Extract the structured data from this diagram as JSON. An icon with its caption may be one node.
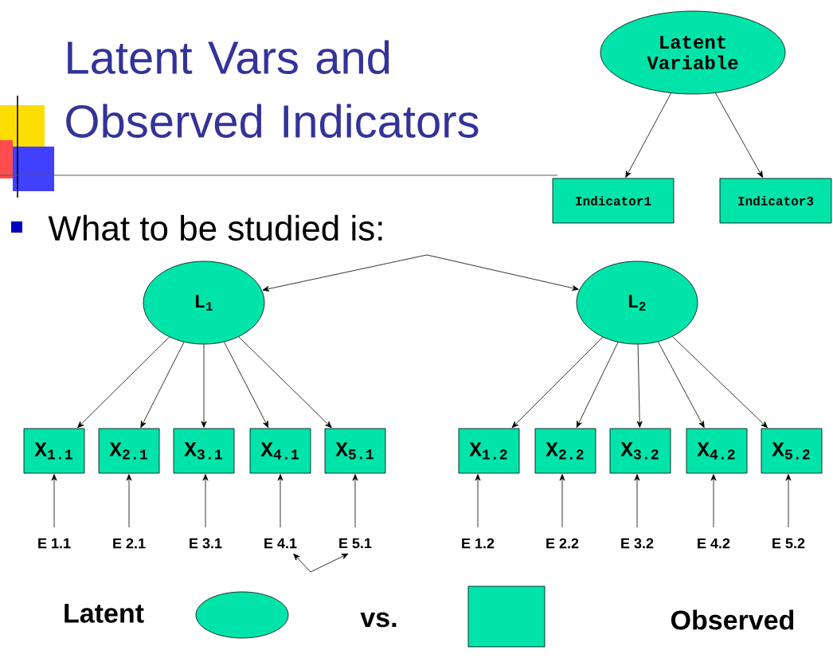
{
  "diagram": {
    "title": "Latent Vars and Observed Indicators",
    "nodes": [
      {
        "text": [
          "Latent Variable"
        ]
      },
      {
        "text": [
          "Indicator1"
        ]
      },
      {
        "text": [
          "Indicator3"
        ]
      },
      {
        "text": [
          "L$_{1}$"
        ]
      },
      {
        "text": [
          "L$_{2}$"
        ]
      },
      {
        "text": [
          "X$_{1.1}$"
        ]
      },
      {
        "text": [
          "X$_{2.1}$"
        ]
      },
      {
        "text": [
          "X$_{3.1}$"
        ]
      },
      {
        "text": [
          "X$_{4.1}$"
        ]
      },
      {
        "text": [
          "X$_{5.1}$"
        ]
      },
      {
        "text": [
          "X$_{1.2}$"
        ]
      },
      {
        "text": [
          "X$_{2.2}$"
        ]
      },
      {
        "text": [
          "X$_{3.2}$"
        ]
      },
      {
        "text": [
          "X$_{4.2}$"
        ]
      },
      {
        "text": [
          "X$_{5.2}$"
        ]
      },
      {
        "text": [
          "E 1.1"
        ]
      },
      {
        "text": [
          "E 2.1"
        ]
      },
      {
        "text": [
          "E 3.1"
        ]
      },
      {
        "text": [
          "E 4.1"
        ]
      },
      {
        "text": [
          "E 5.1"
        ]
      },
      {
        "text": [
          "E 1.2"
        ]
      },
      {
        "text": [
          "E 2.2"
        ]
      },
      {
        "text": [
          "E 3.2"
        ]
      },
      {
        "text": [
          "E 4.2"
        ]
      },
      {
        "text": [
          "E 5.2"
        ]
      },
      {
        "text": [],
        "shape": "ellipse"
      },
      {
        "text": [],
        "shape": "box"
      }
    ],
    "edges": [
      {
        "from": 0,
        "to": 1,
        "arrow": "to"
      },
      {
        "from": 0,
        "to": 2,
        "arrow": "to"
      },
      {
        "from": 3,
        "to": 4,
        "arrow": "both"
      },
      {
        "from": 3,
        "to": 5,
        "arrow": "to"
      },
      {
        "from": 3,
        "to": 6,
        "arrow": "to"
      },
      {
        "from": 3,
        "to": 7,
        "arrow": "to"
      },
      {
        "from": 3,
        "to": 8,
        "arrow": "to"
      },
      {
        "from": 3,
        "to": 9,
        "arrow": "to"
      },
      {
        "from": 4,
        "to": 10,
        "arrow": "to"
      },
      {
        "from": 4,
        "to": 11,
        "arrow": "to"
      },
      {
        "from": 4,
        "to": 12,
        "arrow": "to"
      },
      {
        "from": 4,
        "to": 13,
        "arrow": "to"
      },
      {
        "from": 4,
        "to": 14,
        "arrow": "to"
      },
      {
        "from": 15,
        "to": 5,
        "arrow": "to"
      },
      {
        "from": 16,
        "to": 6,
        "arrow": "to"
      },
      {
        "from": 17,
        "to": 7,
        "arrow": "to"
      },
      {
        "from": 18,
        "to": 8,
        "arrow": "to"
      },
      {
        "from": 19,
        "to": 9,
        "arrow": "to"
      },
      {
        "from": 20,
        "to": 10,
        "arrow": "to"
      },
      {
        "from": 21,
        "to": 11,
        "arrow": "to"
      },
      {
        "from": 22,
        "to": 12,
        "arrow": "to"
      },
      {
        "from": 23,
        "to": 13,
        "arrow": "to"
      },
      {
        "from": 24,
        "to": 14,
        "arrow": "to"
      },
      {
        "from": 18,
        "to": 19,
        "arrow": "both"
      }
    ],
    "labels": [
      "What to be studied is:",
      "Latent",
      "vs.",
      "Observed"
    ]
  }
}
